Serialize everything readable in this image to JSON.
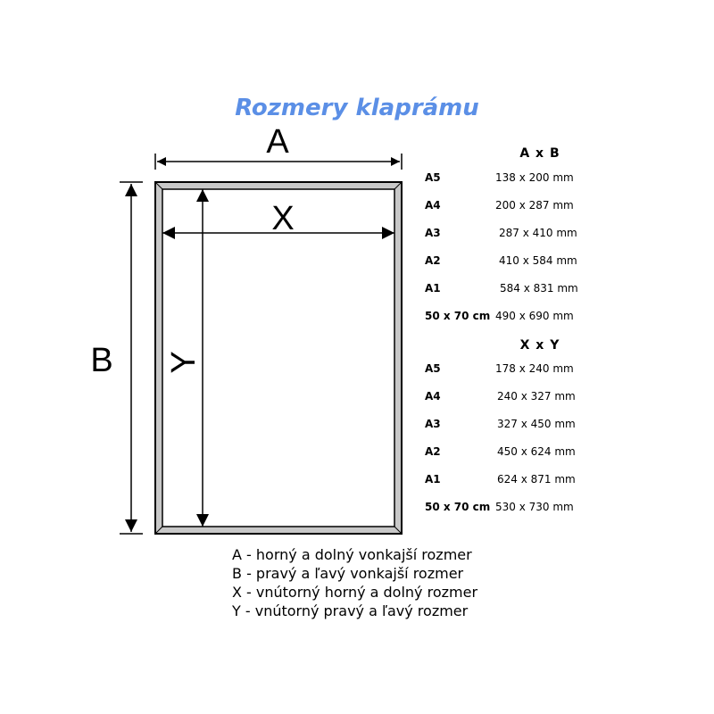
{
  "title": "Rozmery klaprámu",
  "labels": {
    "A": "A",
    "B": "B",
    "X": "X",
    "Y": "Y"
  },
  "outer_table": {
    "header": "A x B",
    "rows": [
      {
        "size": "A5",
        "dim": "138 x 200 mm"
      },
      {
        "size": "A4",
        "dim": "200 x 287 mm"
      },
      {
        "size": "A3",
        "dim": "287 x 410 mm"
      },
      {
        "size": "A2",
        "dim": "410 x 584 mm"
      },
      {
        "size": "A1",
        "dim": "584 x 831 mm"
      },
      {
        "size": "50 x 70 cm",
        "dim": "490 x 690 mm"
      }
    ]
  },
  "inner_table": {
    "header": "X x Y",
    "rows": [
      {
        "size": "A5",
        "dim": "178 x 240 mm"
      },
      {
        "size": "A4",
        "dim": "240 x 327 mm"
      },
      {
        "size": "A3",
        "dim": "327 x 450 mm"
      },
      {
        "size": "A2",
        "dim": "450 x 624 mm"
      },
      {
        "size": "A1",
        "dim": "624 x 871 mm"
      },
      {
        "size": "50 x 70 cm",
        "dim": "530 x 730 mm"
      }
    ]
  },
  "legend": [
    "A - horný a dolný vonkajší rozmer",
    "B - pravý a ľavý vonkajší rozmer",
    "X - vnútorný horný a dolný rozmer",
    "Y - vnútorný pravý a ľavý rozmer"
  ],
  "colors": {
    "title": "#5b8fe6",
    "frame": "#c8c8c8",
    "line": "#000000"
  }
}
